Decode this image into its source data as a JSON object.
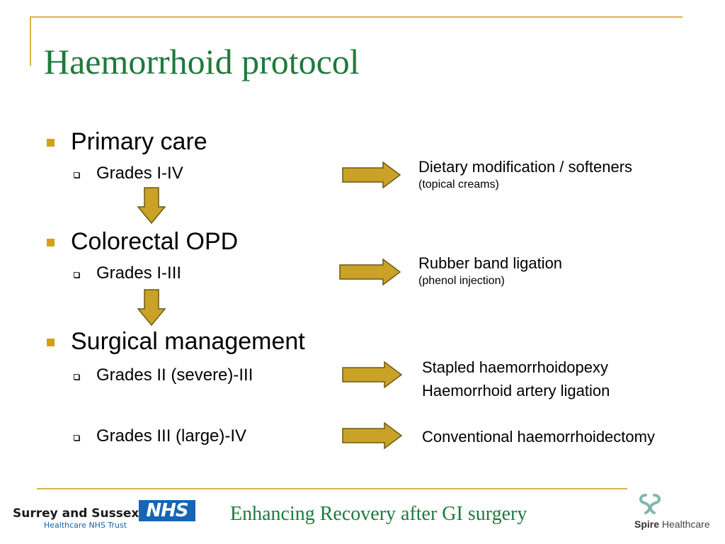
{
  "slide": {
    "title": "Haemorrhoid protocol",
    "stages": [
      {
        "label": "Primary care",
        "grades": [
          "Grades I-IV"
        ],
        "outcomes": [
          {
            "main": "Dietary modification / softeners",
            "sub": "(topical creams)"
          }
        ]
      },
      {
        "label": "Colorectal OPD",
        "grades": [
          "Grades I-III"
        ],
        "outcomes": [
          {
            "main": "Rubber band ligation",
            "sub": "(phenol injection)"
          }
        ]
      },
      {
        "label": "Surgical management",
        "grades": [
          "Grades II (severe)-III",
          "Grades III (large)-IV"
        ],
        "outcomes": [
          {
            "main": "Stapled haemorrhoidopexy",
            "main2": "Haemorrhoid artery ligation"
          },
          {
            "main": "Conventional haemorrhoidectomy"
          }
        ]
      }
    ],
    "footer": "Enhancing Recovery after GI surgery",
    "logos": {
      "trust_name": "Surrey and Sussex",
      "trust_sub": "Healthcare NHS Trust",
      "nhs": "NHS",
      "spire_brand": "Spire",
      "spire_word": "Healthcare"
    },
    "colors": {
      "title": "#1e7a3c",
      "accent": "#d9b44a",
      "bullet": "#d4a017",
      "arrow_fill": "#c9a227",
      "arrow_stroke": "#6b5a14"
    }
  }
}
